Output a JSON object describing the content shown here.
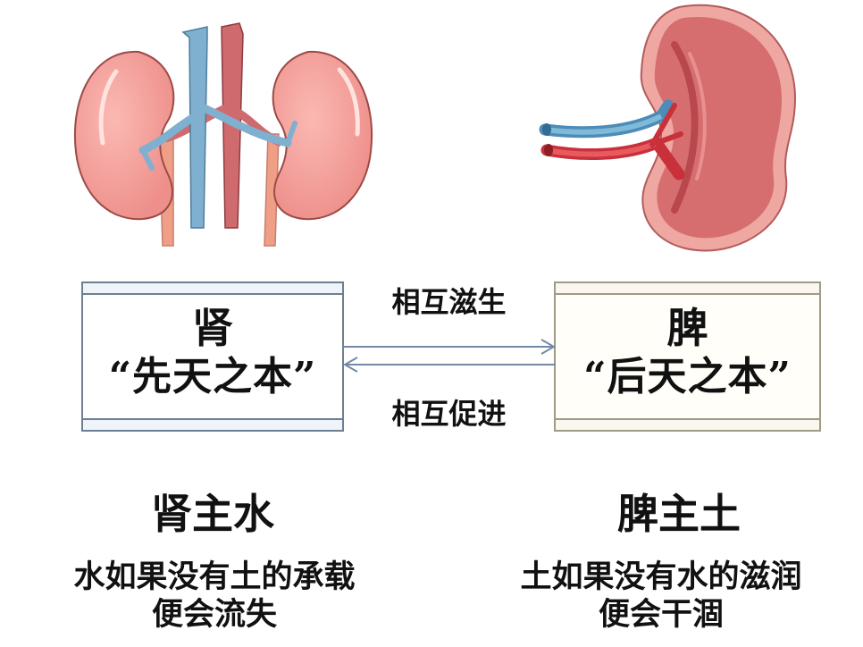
{
  "illustrations": {
    "left": {
      "icon": "kidneys-illustration",
      "caption_hint": "kidneys with vessels"
    },
    "right": {
      "icon": "spleen-illustration",
      "caption_hint": "spleen with vessels"
    }
  },
  "left_box": {
    "title": "肾",
    "subtitle": "“先天之本”",
    "border_color": "#6e7f93"
  },
  "right_box": {
    "title": "脾",
    "subtitle": "“后天之本”",
    "border_color": "#a09a86"
  },
  "connector": {
    "top_label": "相互滋生",
    "bottom_label": "相互促进",
    "arrow_color": "#7488a8"
  },
  "left_column": {
    "heading": "肾主水",
    "desc_line1": "水如果没有土的承载",
    "desc_line2": "便会流失"
  },
  "right_column": {
    "heading": "脾主土",
    "desc_line1": "土如果没有水的滋润",
    "desc_line2": "便会干涸"
  }
}
